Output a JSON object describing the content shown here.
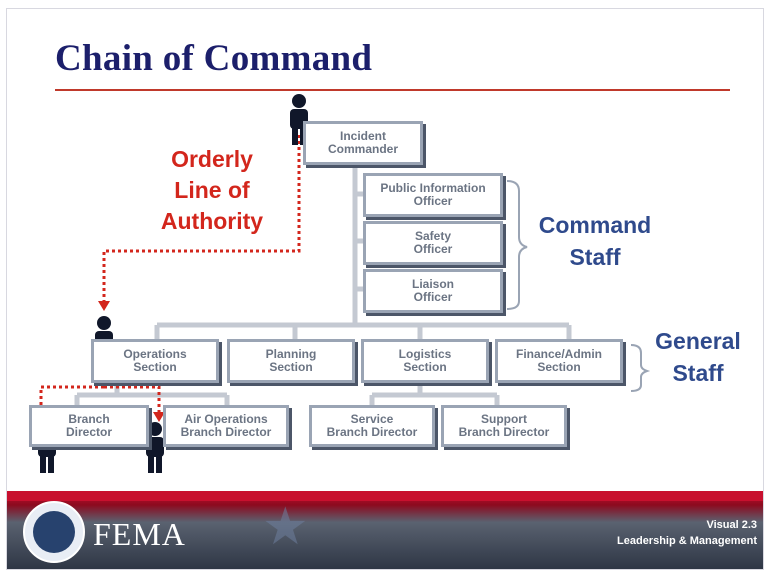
{
  "slide": {
    "title": "Chain of Command",
    "authority_label": "Orderly\nLine of\nAuthority",
    "command_staff_label": "Command\nStaff",
    "general_staff_label": "General\nStaff"
  },
  "org_chart": {
    "incident_commander": "Incident\nCommander",
    "command_staff": [
      "Public Information\nOfficer",
      "Safety\nOfficer",
      "Liaison\nOfficer"
    ],
    "sections": [
      "Operations\nSection",
      "Planning\nSection",
      "Logistics\nSection",
      "Finance/Admin\nSection"
    ],
    "operations_branches": [
      "Branch\nDirector",
      "Air Operations\nBranch Director"
    ],
    "logistics_branches": [
      "Service\nBranch Director",
      "Support\nBranch Director"
    ]
  },
  "footer": {
    "agency": "FEMA",
    "visual_info": "Visual 2.3\nLeadership & Management"
  },
  "colors": {
    "title": "#1c1f6b",
    "authority": "#d3261c",
    "staff_label": "#2f4a8c",
    "box_border": "#9aa4b4",
    "box_shadow": "#4c5668",
    "connector": "#c4c9d2",
    "authority_line": "#d3261c"
  }
}
